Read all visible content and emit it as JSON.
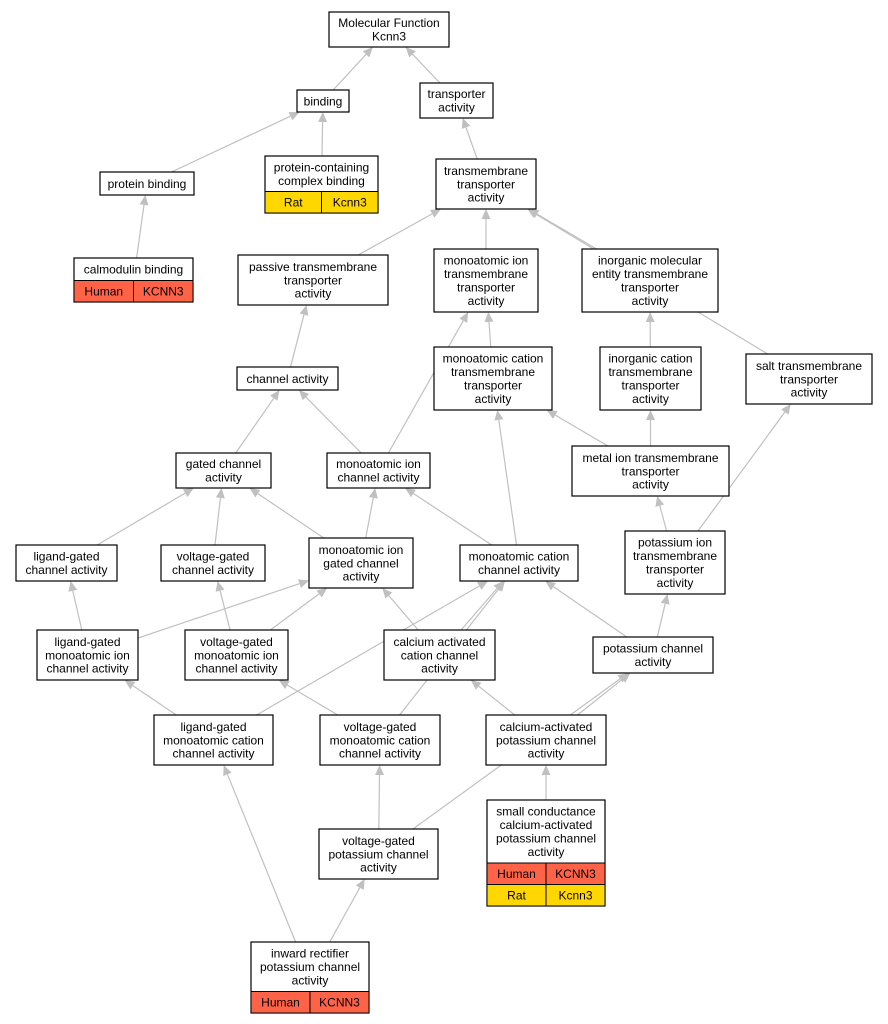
{
  "colors": {
    "human": "#ff6347",
    "rat": "#ffd700",
    "edge": "#c0c0c0"
  },
  "nodes": [
    {
      "id": "root",
      "lines": [
        "Molecular Function",
        "Kcnn3"
      ]
    },
    {
      "id": "binding",
      "lines": [
        "binding"
      ]
    },
    {
      "id": "transporter",
      "lines": [
        "transporter",
        "activity"
      ]
    },
    {
      "id": "protein-binding",
      "lines": [
        "protein binding"
      ]
    },
    {
      "id": "complex-binding",
      "lines": [
        "protein-containing",
        "complex binding"
      ],
      "annotations": [
        {
          "species": "Rat",
          "gene": "Kcnn3",
          "color": "rat"
        }
      ]
    },
    {
      "id": "tm-transporter",
      "lines": [
        "transmembrane",
        "transporter",
        "activity"
      ]
    },
    {
      "id": "calmodulin-binding",
      "lines": [
        "calmodulin binding"
      ],
      "annotations": [
        {
          "species": "Human",
          "gene": "KCNN3",
          "color": "human"
        }
      ]
    },
    {
      "id": "passive-tm",
      "lines": [
        "passive transmembrane",
        "transporter",
        "activity"
      ]
    },
    {
      "id": "monoatomic-ion-tm",
      "lines": [
        "monoatomic ion",
        "transmembrane",
        "transporter",
        "activity"
      ]
    },
    {
      "id": "inorganic-molecular",
      "lines": [
        "inorganic molecular",
        "entity transmembrane",
        "transporter",
        "activity"
      ]
    },
    {
      "id": "channel-activity",
      "lines": [
        "channel activity"
      ]
    },
    {
      "id": "monoatomic-cation-tm",
      "lines": [
        "monoatomic cation",
        "transmembrane",
        "transporter",
        "activity"
      ]
    },
    {
      "id": "inorganic-cation-tm",
      "lines": [
        "inorganic cation",
        "transmembrane",
        "transporter",
        "activity"
      ]
    },
    {
      "id": "salt-tm",
      "lines": [
        "salt transmembrane",
        "transporter",
        "activity"
      ]
    },
    {
      "id": "gated-channel",
      "lines": [
        "gated channel",
        "activity"
      ]
    },
    {
      "id": "monoatomic-ion-channel",
      "lines": [
        "monoatomic ion",
        "channel activity"
      ]
    },
    {
      "id": "metal-ion-tm",
      "lines": [
        "metal ion transmembrane",
        "transporter",
        "activity"
      ]
    },
    {
      "id": "ligand-gated-channel",
      "lines": [
        "ligand-gated",
        "channel activity"
      ]
    },
    {
      "id": "voltage-gated-channel",
      "lines": [
        "voltage-gated",
        "channel activity"
      ]
    },
    {
      "id": "monoatomic-ion-gated",
      "lines": [
        "monoatomic ion",
        "gated channel",
        "activity"
      ]
    },
    {
      "id": "monoatomic-cation-channel",
      "lines": [
        "monoatomic cation",
        "channel activity"
      ]
    },
    {
      "id": "potassium-ion-tm",
      "lines": [
        "potassium ion",
        "transmembrane",
        "transporter",
        "activity"
      ]
    },
    {
      "id": "ligand-gated-monoatomic-ion",
      "lines": [
        "ligand-gated",
        "monoatomic ion",
        "channel activity"
      ]
    },
    {
      "id": "voltage-gated-monoatomic-ion",
      "lines": [
        "voltage-gated",
        "monoatomic ion",
        "channel activity"
      ]
    },
    {
      "id": "calcium-activated-cation",
      "lines": [
        "calcium activated",
        "cation channel",
        "activity"
      ]
    },
    {
      "id": "potassium-channel",
      "lines": [
        "potassium channel",
        "activity"
      ]
    },
    {
      "id": "ligand-gated-monoatomic-cation",
      "lines": [
        "ligand-gated",
        "monoatomic cation",
        "channel activity"
      ]
    },
    {
      "id": "voltage-gated-monoatomic-cation",
      "lines": [
        "voltage-gated",
        "monoatomic cation",
        "channel activity"
      ]
    },
    {
      "id": "calcium-activated-potassium",
      "lines": [
        "calcium-activated",
        "potassium channel",
        "activity"
      ]
    },
    {
      "id": "small-conductance",
      "lines": [
        "small conductance",
        "calcium-activated",
        "potassium channel",
        "activity"
      ],
      "annotations": [
        {
          "species": "Human",
          "gene": "KCNN3",
          "color": "human"
        },
        {
          "species": "Rat",
          "gene": "Kcnn3",
          "color": "rat"
        }
      ]
    },
    {
      "id": "voltage-gated-potassium",
      "lines": [
        "voltage-gated",
        "potassium channel",
        "activity"
      ]
    },
    {
      "id": "inward-rectifier",
      "lines": [
        "inward rectifier",
        "potassium channel",
        "activity"
      ],
      "annotations": [
        {
          "species": "Human",
          "gene": "KCNN3",
          "color": "human"
        }
      ]
    }
  ],
  "edges": [
    {
      "from": "binding",
      "to": "root"
    },
    {
      "from": "transporter",
      "to": "root"
    },
    {
      "from": "protein-binding",
      "to": "binding"
    },
    {
      "from": "complex-binding",
      "to": "binding"
    },
    {
      "from": "tm-transporter",
      "to": "transporter"
    },
    {
      "from": "calmodulin-binding",
      "to": "protein-binding"
    },
    {
      "from": "passive-tm",
      "to": "tm-transporter"
    },
    {
      "from": "monoatomic-ion-tm",
      "to": "tm-transporter"
    },
    {
      "from": "inorganic-molecular",
      "to": "tm-transporter"
    },
    {
      "from": "salt-tm",
      "to": "tm-transporter"
    },
    {
      "from": "channel-activity",
      "to": "passive-tm"
    },
    {
      "from": "monoatomic-cation-tm",
      "to": "monoatomic-ion-tm"
    },
    {
      "from": "inorganic-cation-tm",
      "to": "inorganic-molecular"
    },
    {
      "from": "gated-channel",
      "to": "channel-activity"
    },
    {
      "from": "monoatomic-ion-channel",
      "to": "channel-activity"
    },
    {
      "from": "monoatomic-ion-channel",
      "to": "monoatomic-ion-tm"
    },
    {
      "from": "metal-ion-tm",
      "to": "monoatomic-cation-tm"
    },
    {
      "from": "metal-ion-tm",
      "to": "inorganic-cation-tm"
    },
    {
      "from": "ligand-gated-channel",
      "to": "gated-channel"
    },
    {
      "from": "voltage-gated-channel",
      "to": "gated-channel"
    },
    {
      "from": "monoatomic-ion-gated",
      "to": "gated-channel"
    },
    {
      "from": "monoatomic-ion-gated",
      "to": "monoatomic-ion-channel"
    },
    {
      "from": "monoatomic-cation-channel",
      "to": "monoatomic-ion-channel"
    },
    {
      "from": "monoatomic-cation-channel",
      "to": "monoatomic-cation-tm"
    },
    {
      "from": "potassium-ion-tm",
      "to": "metal-ion-tm"
    },
    {
      "from": "potassium-ion-tm",
      "to": "salt-tm"
    },
    {
      "from": "ligand-gated-monoatomic-ion",
      "to": "ligand-gated-channel"
    },
    {
      "from": "ligand-gated-monoatomic-ion",
      "to": "monoatomic-ion-gated"
    },
    {
      "from": "voltage-gated-monoatomic-ion",
      "to": "voltage-gated-channel"
    },
    {
      "from": "voltage-gated-monoatomic-ion",
      "to": "monoatomic-ion-gated"
    },
    {
      "from": "calcium-activated-cation",
      "to": "monoatomic-ion-gated"
    },
    {
      "from": "calcium-activated-cation",
      "to": "monoatomic-cation-channel"
    },
    {
      "from": "potassium-channel",
      "to": "monoatomic-cation-channel"
    },
    {
      "from": "potassium-channel",
      "to": "potassium-ion-tm"
    },
    {
      "from": "ligand-gated-monoatomic-cation",
      "to": "ligand-gated-monoatomic-ion"
    },
    {
      "from": "ligand-gated-monoatomic-cation",
      "to": "monoatomic-cation-channel"
    },
    {
      "from": "voltage-gated-monoatomic-cation",
      "to": "voltage-gated-monoatomic-ion"
    },
    {
      "from": "voltage-gated-monoatomic-cation",
      "to": "monoatomic-cation-channel"
    },
    {
      "from": "calcium-activated-potassium",
      "to": "calcium-activated-cation"
    },
    {
      "from": "calcium-activated-potassium",
      "to": "potassium-channel"
    },
    {
      "from": "small-conductance",
      "to": "calcium-activated-potassium"
    },
    {
      "from": "voltage-gated-potassium",
      "to": "voltage-gated-monoatomic-cation"
    },
    {
      "from": "voltage-gated-potassium",
      "to": "potassium-channel"
    },
    {
      "from": "inward-rectifier",
      "to": "ligand-gated-monoatomic-cation"
    },
    {
      "from": "inward-rectifier",
      "to": "voltage-gated-potassium"
    }
  ]
}
